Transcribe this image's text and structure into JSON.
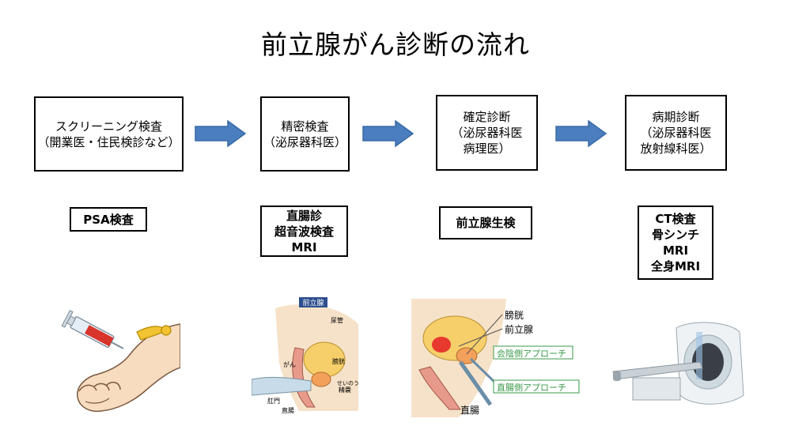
{
  "title": "前立腺がん診断の流れ",
  "stages": [
    {
      "line1": "スクリーニング検査",
      "line2": "（開業医・住民検診など）"
    },
    {
      "line1": "精密検査",
      "line2": "（泌尿器科医）"
    },
    {
      "line1": "確定診断",
      "line2": "（泌尿器科医",
      "line3": "病理医）"
    },
    {
      "line1": "病期診断",
      "line2": "（泌尿器科医",
      "line3": "放射線科医）"
    }
  ],
  "exams": [
    {
      "lines": [
        "PSA検査"
      ]
    },
    {
      "lines": [
        "直腸診",
        "超音波検査",
        "MRI"
      ]
    },
    {
      "lines": [
        "前立腺生検"
      ]
    },
    {
      "lines": [
        "CT検査",
        "骨シンチ",
        "MRI",
        "全身MRI"
      ]
    }
  ],
  "illustrations": {
    "exam_anatomy": {
      "label_prostate": "前立腺",
      "label_bladder_top": "尿管",
      "label_bladder": "膀胱",
      "label_cancer": "がん",
      "label_seminal": "精嚢",
      "label_seminal_ruby": "せいのう",
      "label_anus": "肛門",
      "label_rectum": "直腸"
    },
    "biopsy": {
      "label_bladder": "膀胱",
      "label_prostate": "前立腺",
      "label_perineal": "会陰側アプローチ",
      "label_rectal": "直腸側アプローチ",
      "label_rectum": "直腸"
    }
  },
  "colors": {
    "arrow": "#4a7ebf",
    "arrow_stroke": "#3a6aa5",
    "skin": "#f8dcc0",
    "green_label": "#3a9a4a"
  }
}
